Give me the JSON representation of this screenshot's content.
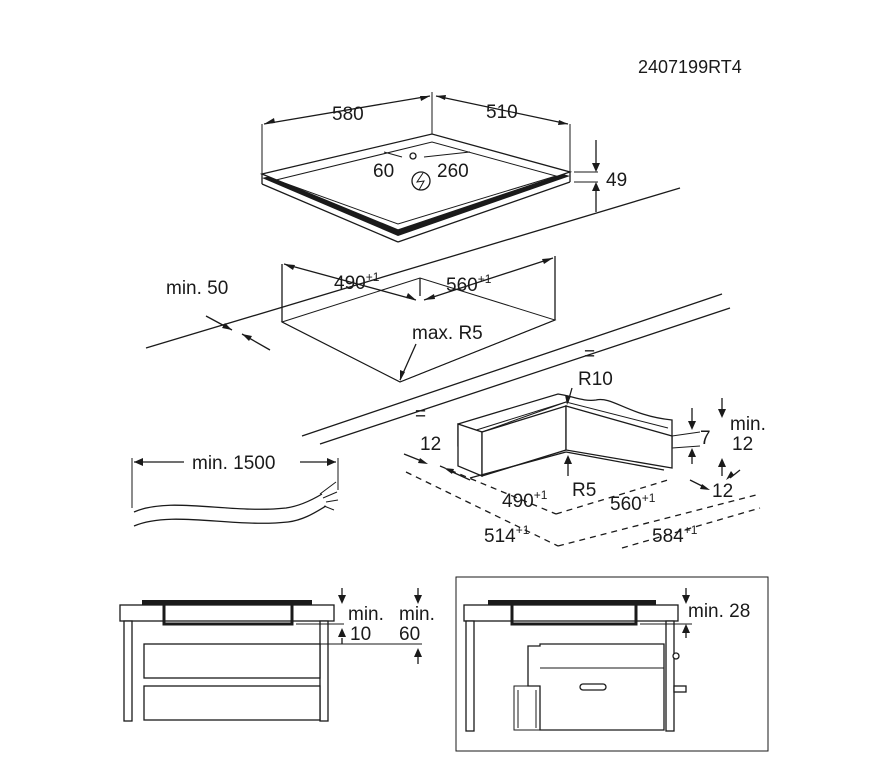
{
  "document_code": "2407199RT4",
  "hob": {
    "width": "580",
    "depth": "510",
    "height": "49",
    "cable_offset_left": "60",
    "cable_offset_right": "260",
    "power_symbol": "electric-bolt-icon"
  },
  "cutout": {
    "width": "490",
    "width_tol": "+1",
    "depth": "560",
    "depth_tol": "+1",
    "min_front": "min. 50",
    "corner_radius": "max. R5"
  },
  "cable": {
    "length": "min. 1500"
  },
  "frame": {
    "radius_outer": "R10",
    "radius_inner": "R5",
    "inner_width": "490",
    "inner_width_tol": "+1",
    "inner_depth": "560",
    "inner_depth_tol": "+1",
    "outer_width": "514",
    "outer_width_tol": "+1",
    "outer_depth": "584",
    "outer_depth_tol": "+1",
    "border_left": "12",
    "border_right": "12",
    "height": "7",
    "min_edge_line1": "min.",
    "min_edge_line2": "12"
  },
  "install_drawers": {
    "gap_label_1": "min.",
    "gap_value_1": "10",
    "gap_label_2": "min.",
    "gap_value_2": "60"
  },
  "install_oven": {
    "gap": "min. 28"
  }
}
